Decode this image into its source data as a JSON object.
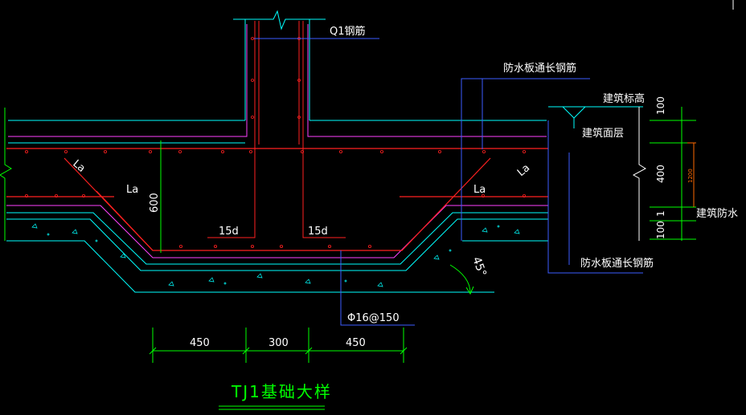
{
  "header_fragment": "",
  "labels": {
    "q1_rebar": "Q1钢筋",
    "waterproof_rebar_top": "防水板通长钢筋",
    "building_elevation": "建筑标高",
    "building_surface": "建筑面层",
    "la_left": "La",
    "la_left_inner": "La",
    "la_right": "La",
    "la_right_inner": "La",
    "height_600": "600",
    "hook_left": "15d",
    "hook_right": "15d",
    "dim_100_top": "100",
    "dim_400": "400",
    "dim_small": "1",
    "dim_100_bottom": "100",
    "dim_1200": "1200",
    "building_waterproof": "建筑防水",
    "waterproof_rebar_bottom": "防水板通长钢筋",
    "angle": "45°",
    "bottom_rebar": "Φ16@150",
    "width_left": "450",
    "width_mid": "300",
    "width_right": "450",
    "title": "TJ1基础大样"
  },
  "colors": {
    "background": "#000000",
    "rebar": "#ff2020",
    "concrete": "#00ffff",
    "magenta": "#ff40ff",
    "blue": "#3c5cff",
    "dimension": "#00ff00",
    "text": "#ffffff",
    "orange": "#ff6a00"
  }
}
